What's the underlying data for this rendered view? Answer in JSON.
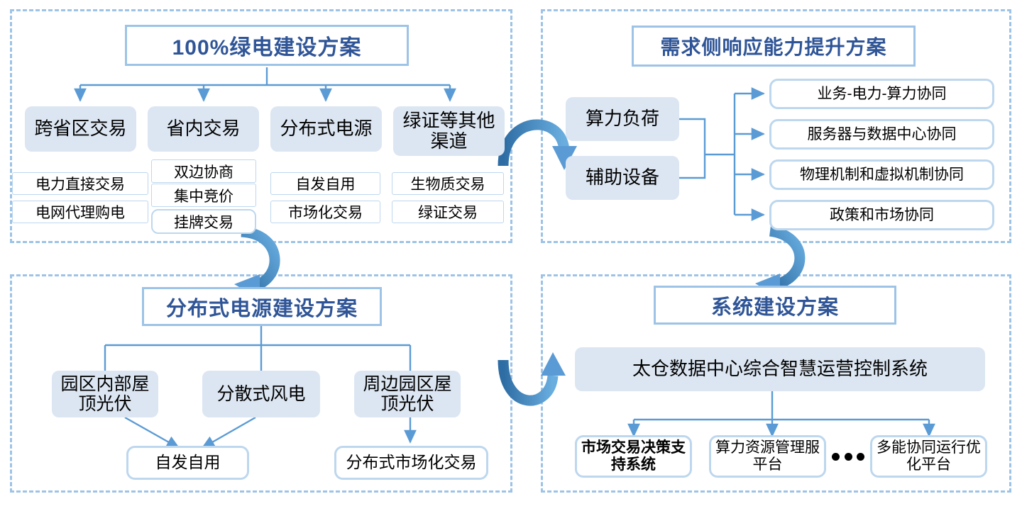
{
  "colors": {
    "panel_dash": "#9dc3e6",
    "title_text": "#2f5597",
    "fill_box": "#dce6f2",
    "outline": "#bdd7ee",
    "connector": "#5b9bd5",
    "arrow_dark": "#2e75b6"
  },
  "quadrants": {
    "green_power": {
      "title": "100%绿电建设方案",
      "branches": [
        {
          "label": "跨省区交易",
          "children": [
            "电力直接交易",
            "电网代理购电"
          ]
        },
        {
          "label": "省内交易",
          "children": [
            "双边协商",
            "集中竞价",
            "挂牌交易"
          ]
        },
        {
          "label": "分布式电源",
          "children": [
            "自发自用",
            "市场化交易"
          ]
        },
        {
          "label": "绿证等其他渠道",
          "children": [
            "生物质交易",
            "绿证交易"
          ]
        }
      ]
    },
    "demand_response": {
      "title": "需求侧响应能力提升方案",
      "sources": [
        "算力负荷",
        "辅助设备"
      ],
      "targets": [
        "业务-电力-算力协同",
        "服务器与数据中心协同",
        "物理机制和虚拟机制协同",
        "政策和市场协同"
      ]
    },
    "distributed_power": {
      "title": "分布式电源建设方案",
      "sources": [
        "园区内部屋顶光伏",
        "分散式风电",
        "周边园区屋顶光伏"
      ],
      "outcomes": [
        "自发自用",
        "分布式市场化交易"
      ]
    },
    "system_build": {
      "title": "系统建设方案",
      "platform": "太仓数据中心综合智慧运营控制系统",
      "subsystems": [
        "市场交易决策支持系统",
        "算力资源管理服平台",
        "多能协同运行优化平台"
      ],
      "ellipsis": "•••"
    }
  },
  "flow_arrows": [
    {
      "name": "green-power-to-demand-response",
      "shape": "arc-right"
    },
    {
      "name": "demand-response-to-system-build",
      "shape": "arc-down-left"
    },
    {
      "name": "green-power-to-distributed-power",
      "shape": "arc-down-right"
    },
    {
      "name": "distributed-power-to-system-build",
      "shape": "arc-up-right"
    }
  ]
}
